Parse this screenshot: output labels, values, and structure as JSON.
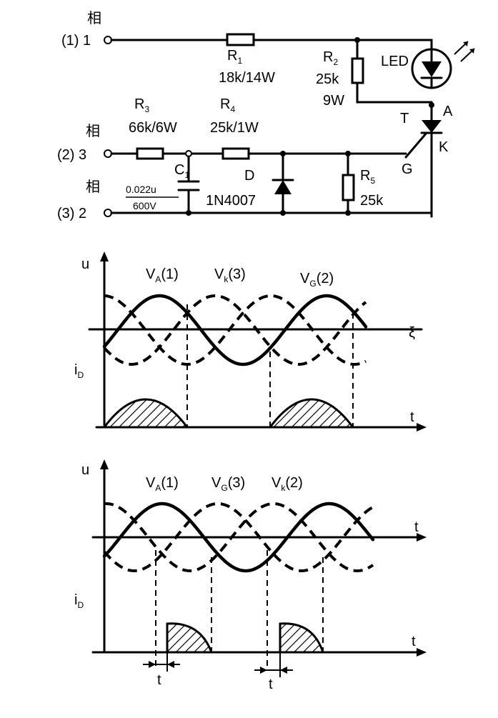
{
  "circuit": {
    "terminals": [
      {
        "phase": "相",
        "label": "(1) 1"
      },
      {
        "phase": "相",
        "label": "(2) 3"
      },
      {
        "phase": "相",
        "label": "(3) 2"
      }
    ],
    "R1": {
      "name": "R",
      "sub": "1",
      "value": "18k/14W"
    },
    "R2": {
      "name": "R",
      "sub": "2",
      "value1": "25k",
      "value2": "9W"
    },
    "R3": {
      "name": "R",
      "sub": "3",
      "value": "66k/6W"
    },
    "R4": {
      "name": "R",
      "sub": "4",
      "value": "25k/1W"
    },
    "R5": {
      "name": "R",
      "sub": "5",
      "value": "25k"
    },
    "C1": {
      "name": "C",
      "sub": "1",
      "value1": "0.022u",
      "value2": "600V"
    },
    "D": {
      "name": "D",
      "part": "1N4007"
    },
    "led": "LED",
    "thyristor": {
      "name": "T",
      "anode": "A",
      "cathode": "K",
      "gate": "G"
    }
  },
  "waveform1": {
    "u_label": "u",
    "id_label": "i",
    "id_sub": "D",
    "t_label": "t",
    "vA": {
      "name": "V",
      "sub": "A",
      "arg": "(1)"
    },
    "vB": {
      "name": "V",
      "sub": "k",
      "arg": "(3)"
    },
    "vC": {
      "name": "V",
      "sub": "G",
      "arg": "(2)"
    }
  },
  "waveform2": {
    "u_label": "u",
    "id_label": "i",
    "id_sub": "D",
    "t_label": "t",
    "vA": {
      "name": "V",
      "sub": "A",
      "arg": "(1)"
    },
    "vB": {
      "name": "V",
      "sub": "G",
      "arg": "(3)"
    },
    "vC": {
      "name": "V",
      "sub": "k",
      "arg": "(2)"
    },
    "delay_label": "t"
  }
}
